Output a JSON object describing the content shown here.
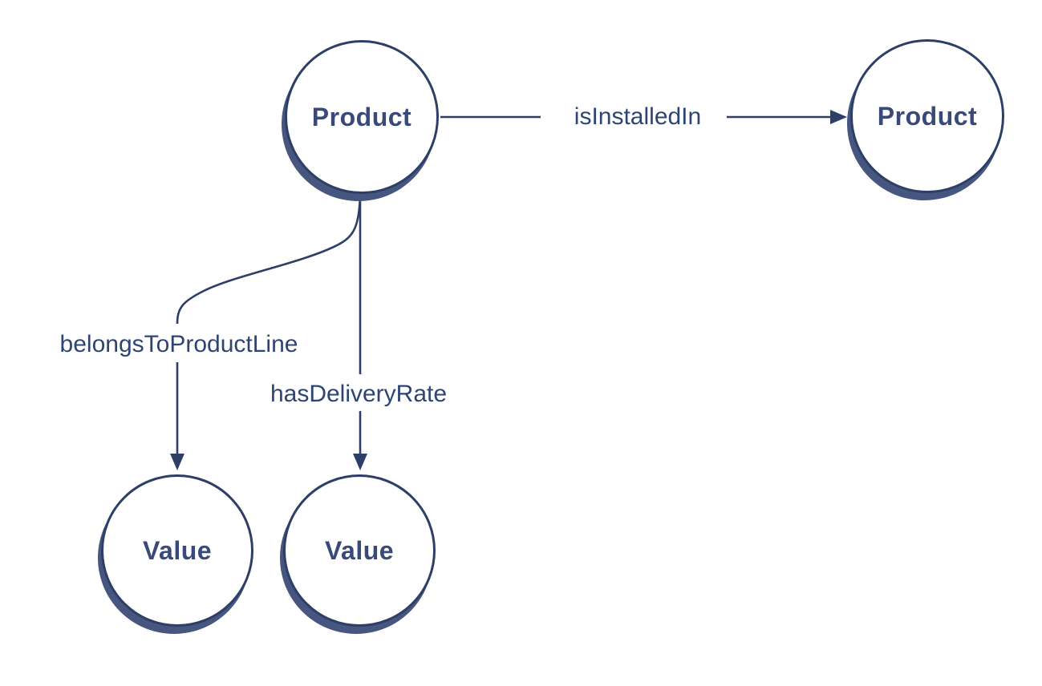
{
  "diagram": {
    "type": "graph",
    "background_color": "#ffffff",
    "stroke_color": "#2d3f66",
    "shadow_color": "#47567f",
    "node_fill_color": "#ffffff",
    "node_text_color": "#39497a",
    "edge_text_color": "#2e4573",
    "nodes": [
      {
        "id": "product-left",
        "label": "Product",
        "shape": "circle"
      },
      {
        "id": "product-right",
        "label": "Product",
        "shape": "circle"
      },
      {
        "id": "value-left",
        "label": "Value",
        "shape": "circle"
      },
      {
        "id": "value-right",
        "label": "Value",
        "shape": "circle"
      }
    ],
    "edges": [
      {
        "id": "isInstalledIn",
        "label": "isInstalledIn",
        "from": "product-left",
        "to": "product-right",
        "direction": "right"
      },
      {
        "id": "belongsToProductLine",
        "label": "belongsToProductLine",
        "from": "product-left",
        "to": "value-left",
        "direction": "down"
      },
      {
        "id": "hasDeliveryRate",
        "label": "hasDeliveryRate",
        "from": "product-left",
        "to": "value-right",
        "direction": "down"
      }
    ]
  }
}
